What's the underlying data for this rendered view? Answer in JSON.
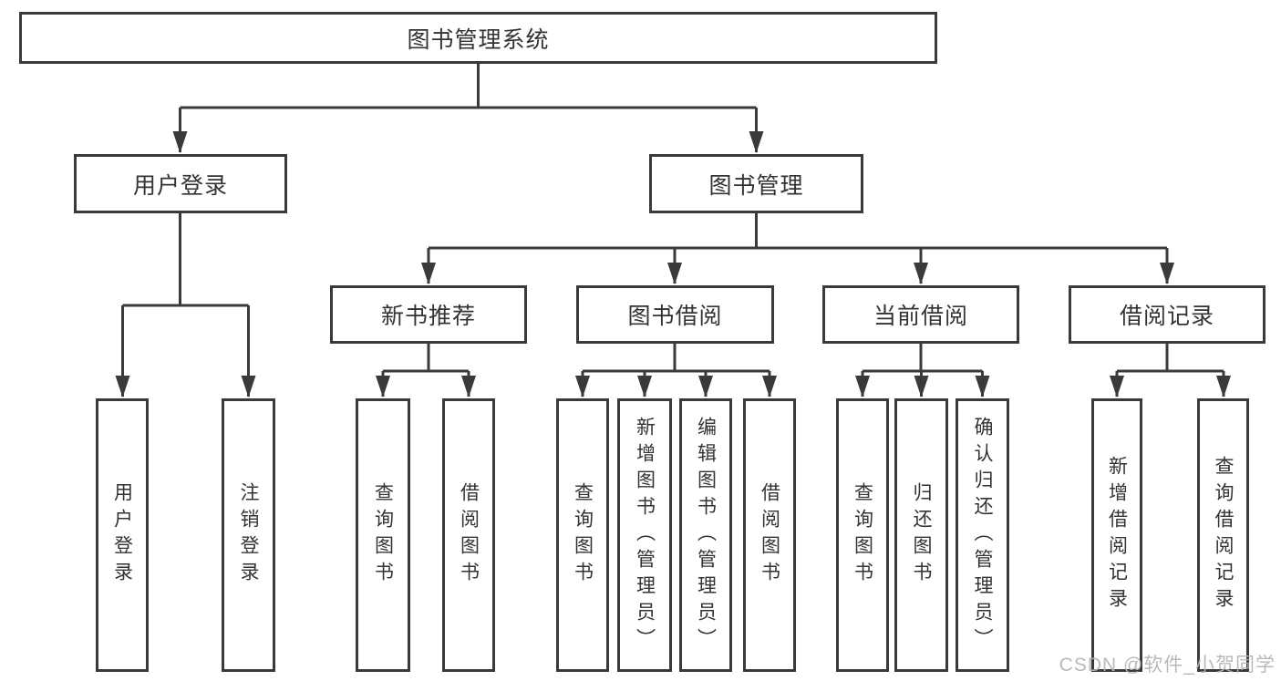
{
  "colors": {
    "line": "#3a3a3a",
    "text": "#333333",
    "background": "#ffffff",
    "watermark": "#b4b4b4"
  },
  "tree": {
    "label": "图书管理系统",
    "children": [
      {
        "label": "用户登录",
        "children": [
          {
            "label": "用户登录"
          },
          {
            "label": "注销登录"
          }
        ]
      },
      {
        "label": "图书管理",
        "children": [
          {
            "label": "新书推荐",
            "children": [
              {
                "label": "查询图书"
              },
              {
                "label": "借阅图书"
              }
            ]
          },
          {
            "label": "图书借阅",
            "children": [
              {
                "label": "查询图书"
              },
              {
                "label": "新增图书（管理员）"
              },
              {
                "label": "编辑图书（管理员）"
              },
              {
                "label": "借阅图书"
              }
            ]
          },
          {
            "label": "当前借阅",
            "children": [
              {
                "label": "查询图书"
              },
              {
                "label": "归还图书"
              },
              {
                "label": "确认归还（管理员）"
              }
            ]
          },
          {
            "label": "借阅记录",
            "children": [
              {
                "label": "新增借阅记录"
              },
              {
                "label": "查询借阅记录"
              }
            ]
          }
        ]
      }
    ]
  },
  "watermark": {
    "text": "CSDN @软件_小贺同学"
  }
}
